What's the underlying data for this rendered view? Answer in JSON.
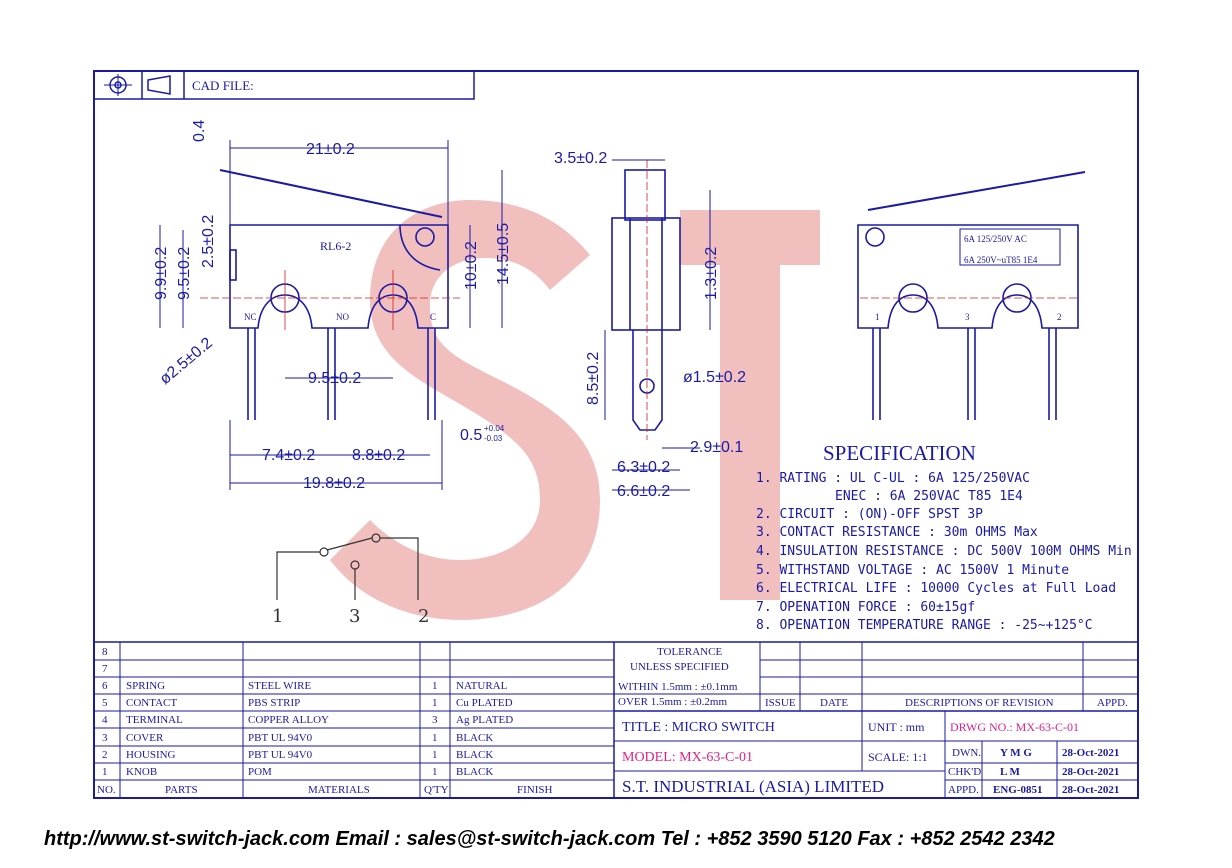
{
  "header": {
    "cad_file_label": "CAD FILE:"
  },
  "watermark": "ST",
  "views": {
    "front": {
      "part_label": "RL6-2",
      "terminals": [
        "NC",
        "NO",
        "C"
      ],
      "dims": [
        "0.4",
        "21±0.2",
        "2.5±0.2",
        "9.9±0.2",
        "9.5±0.2",
        "10±0.2",
        "14.5±0.5",
        "ø2.5±0.2",
        "9.5±0.2",
        "7.4±0.2",
        "8.8±0.2",
        "19.8±0.2"
      ],
      "tol_dim": {
        "base": "0.5",
        "upper": "+0.04",
        "lower": "-0.03"
      }
    },
    "side": {
      "dims": [
        "3.5±0.2",
        "1.3±0.2",
        "8.5±0.2",
        "ø1.5±0.2",
        "2.9±0.1",
        "6.3±0.2",
        "6.6±0.2"
      ]
    },
    "rear": {
      "rating_lines": [
        "6A 125/250V AC",
        "6A 250V~uT85 1E4"
      ],
      "terminals": [
        "1",
        "3",
        "2"
      ]
    }
  },
  "schematic": {
    "labels": [
      "1",
      "3",
      "2"
    ]
  },
  "specification": {
    "title": "SPECIFICATION",
    "lines": [
      "1. RATING : UL C-UL : 6A 125/250VAC",
      "ENEC : 6A 250VAC T85 1E4",
      "2. CIRCUIT : (ON)-OFF SPST 3P",
      "3. CONTACT RESISTANCE : 30m OHMS Max",
      "4. INSULATION RESISTANCE : DC 500V 100M OHMS Min",
      "5. WITHSTAND VOLTAGE : AC 1500V 1 Minute",
      "6. ELECTRICAL LIFE : 10000 Cycles at Full Load",
      "7. OPENATION FORCE : 60±15gf",
      "8. OPENATION TEMPERATURE RANGE : -25~+125°C"
    ]
  },
  "parts_table": {
    "headers": [
      "NO.",
      "PARTS",
      "MATERIALS",
      "Q'TY",
      "FINISH"
    ],
    "rows": [
      [
        "8",
        "",
        "",
        "",
        ""
      ],
      [
        "7",
        "",
        "",
        "",
        ""
      ],
      [
        "6",
        "SPRING",
        "STEEL WIRE",
        "1",
        "NATURAL"
      ],
      [
        "5",
        "CONTACT",
        "PBS STRIP",
        "1",
        "Cu PLATED"
      ],
      [
        "4",
        "TERMINAL",
        "COPPER ALLOY",
        "3",
        "Ag PLATED"
      ],
      [
        "3",
        "COVER",
        "PBT UL 94V0",
        "1",
        "BLACK"
      ],
      [
        "2",
        "HOUSING",
        "PBT UL 94V0",
        "1",
        "BLACK"
      ],
      [
        "1",
        "KNOB",
        "POM",
        "1",
        "BLACK"
      ]
    ]
  },
  "tolerance": {
    "title": "TOLERANCE",
    "subtitle": "UNLESS SPECIFIED",
    "within": "WITHIN 1.5mm : ±0.1mm",
    "over": "OVER 1.5mm : ±0.2mm"
  },
  "revision": {
    "headers": [
      "ISSUE",
      "DATE",
      "DESCRIPTIONS OF REVISION",
      "APPD."
    ]
  },
  "title_block": {
    "title": "TITLE : MICRO SWITCH",
    "unit": "UNIT : mm",
    "drawing_no": "DRWG NO.: MX-63-C-01",
    "model": "MODEL: MX-63-C-01",
    "scale": "SCALE: 1:1",
    "company": "S.T. INDUSTRIAL (ASIA) LIMITED",
    "approvals": [
      {
        "role": "DWN.",
        "name": "Y M G",
        "date": "28-Oct-2021"
      },
      {
        "role": "CHK'D",
        "name": "L M",
        "date": "28-Oct-2021"
      },
      {
        "role": "APPD.",
        "name": "ENG-0851",
        "date": "28-Oct-2021"
      }
    ]
  },
  "footer": "http://www.st-switch-jack.com  Email : sales@st-switch-jack.com  Tel : +852 3590 5120  Fax : +852 2542 2342",
  "colors": {
    "ink": "#1a1aa6",
    "watermark": "#e88a8a",
    "highlight": "#e0208a",
    "center_line": "#d02020"
  }
}
